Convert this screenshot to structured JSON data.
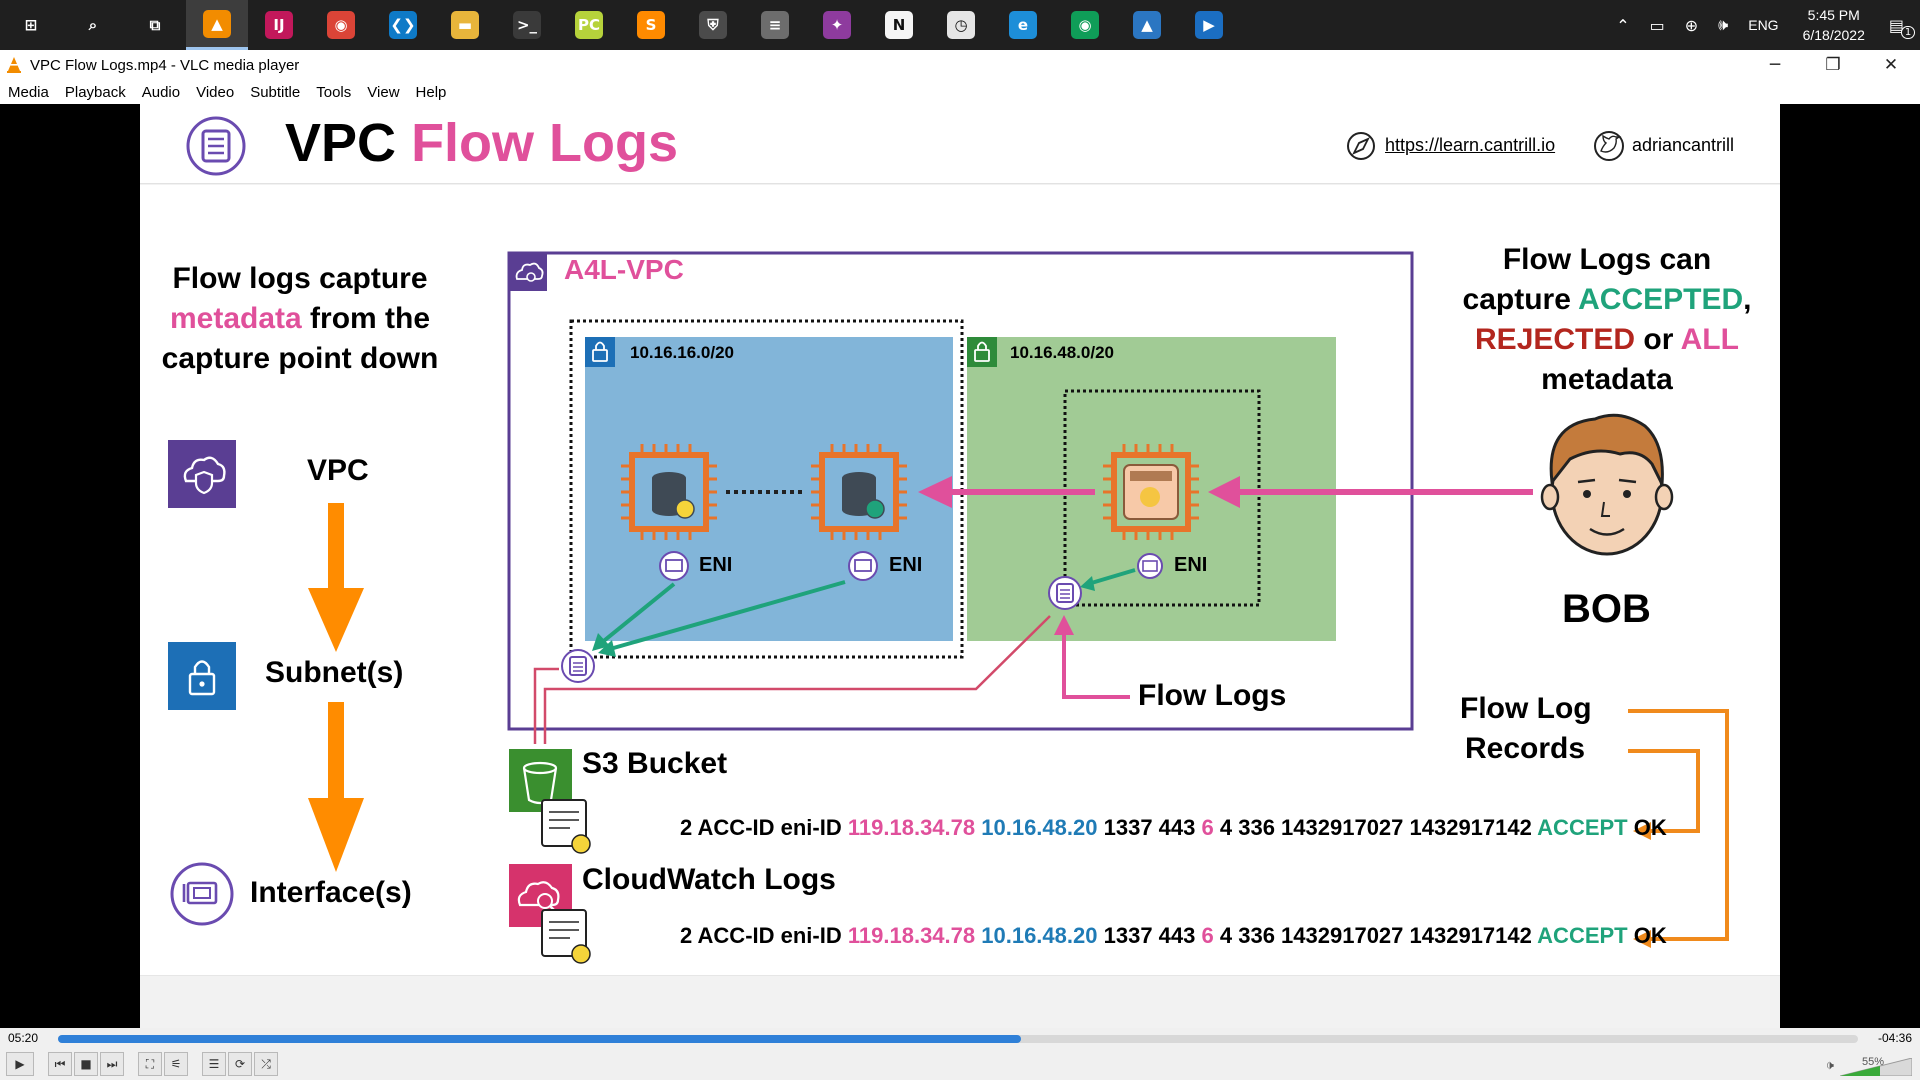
{
  "taskbar": {
    "apps": [
      {
        "icon": "windows-start-icon",
        "glyph": "⊞",
        "color": "transparent"
      },
      {
        "icon": "search-icon",
        "glyph": "⌕",
        "color": "transparent"
      },
      {
        "icon": "task-view-icon",
        "glyph": "⧉",
        "color": "transparent"
      },
      {
        "icon": "vlc-icon",
        "glyph": "▲",
        "color": "#f28c00",
        "active": true
      },
      {
        "icon": "intellij-icon",
        "glyph": "IJ",
        "color": "#c2185b"
      },
      {
        "icon": "chrome-icon",
        "glyph": "◉",
        "color": "#db4437"
      },
      {
        "icon": "vscode-icon",
        "glyph": "❮❯",
        "color": "#0e7ac7"
      },
      {
        "icon": "file-explorer-icon",
        "glyph": "▬",
        "color": "#e8b53b"
      },
      {
        "icon": "terminal-icon",
        "glyph": ">_",
        "color": "#3a3a3a"
      },
      {
        "icon": "pycharm-icon",
        "glyph": "PC",
        "color": "#b6d23b"
      },
      {
        "icon": "sublime-icon",
        "glyph": "S",
        "color": "#ff8a00"
      },
      {
        "icon": "security-icon",
        "glyph": "⛨",
        "color": "#4b4b4b"
      },
      {
        "icon": "stack-icon",
        "glyph": "≡",
        "color": "#6d6d6d"
      },
      {
        "icon": "media-editor-icon",
        "glyph": "✦",
        "color": "#8e3b9e"
      },
      {
        "icon": "notion-icon",
        "glyph": "N",
        "color": "#f5f5f5"
      },
      {
        "icon": "clock-app-icon",
        "glyph": "◷",
        "color": "#e5e5e5"
      },
      {
        "icon": "edge-icon",
        "glyph": "e",
        "color": "#1d8ed8"
      },
      {
        "icon": "chrome-profile-icon",
        "glyph": "◉",
        "color": "#0f9d58"
      },
      {
        "icon": "photos-icon",
        "glyph": "▲",
        "color": "#2b76c2"
      },
      {
        "icon": "video-editor-icon",
        "glyph": "▶",
        "color": "#1b6ec2"
      }
    ],
    "tray": {
      "language": "ENG",
      "time": "5:45 PM",
      "date": "6/18/2022",
      "notification_count": "1"
    }
  },
  "window": {
    "title": "VPC Flow Logs.mp4 - VLC media player",
    "menu": [
      "Media",
      "Playback",
      "Audio",
      "Video",
      "Subtitle",
      "Tools",
      "View",
      "Help"
    ]
  },
  "slide": {
    "title_part1": "VPC",
    "title_part2": "Flow Logs",
    "website": "https://learn.cantrill.io",
    "twitter": "adriancantrill",
    "left_text": [
      "Flow logs capture",
      "metadata",
      "from the",
      "capture point down"
    ],
    "hierarchy": [
      "VPC",
      "Subnet(s)",
      "Interface(s)"
    ],
    "vpc_name": "A4L-VPC",
    "subnet_a": "10.16.16.0/20",
    "subnet_b": "10.16.48.0/20",
    "eni_labels": [
      "ENI",
      "ENI",
      "ENI"
    ],
    "flow_logs_label": "Flow Logs",
    "right_text": {
      "line1": "Flow Logs can",
      "line2a": "capture",
      "accepted": "ACCEPTED",
      "comma": ",",
      "rejected": "REJECTED",
      "or": "or",
      "all": "ALL",
      "line4": "metadata"
    },
    "bob": "BOB",
    "flow_log_records": [
      "Flow Log",
      "Records"
    ],
    "s3_label": "S3 Bucket",
    "cloudwatch_label": "CloudWatch Logs",
    "record": {
      "prefix": "2 ACC-ID eni-ID",
      "src_ip": "119.18.34.78",
      "dst_ip": "10.16.48.20",
      "ports": "1337 443",
      "protocol": "6",
      "rest": "4 336 1432917027 1432917142",
      "action": "ACCEPT",
      "status": "OK"
    }
  },
  "player": {
    "elapsed": "05:20",
    "remaining": "-04:36",
    "progress": 0.535,
    "volume": "55%"
  }
}
